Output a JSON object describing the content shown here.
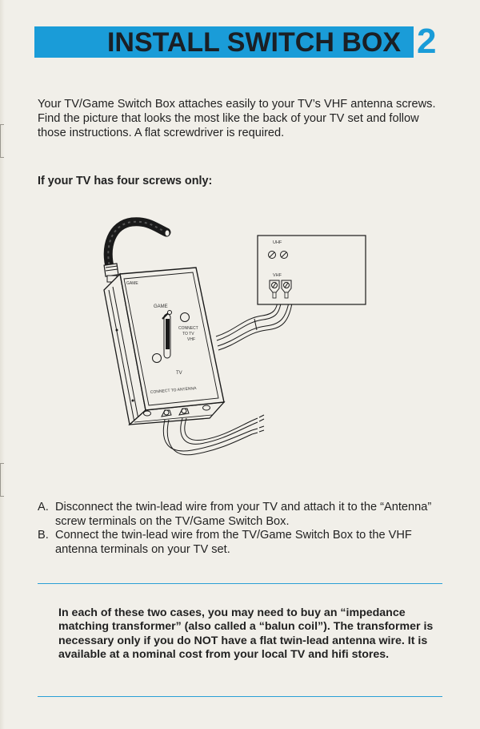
{
  "header": {
    "title": "INSTALL SWITCH BOX",
    "step_number": "2",
    "accent_color": "#1a9cd8"
  },
  "intro": {
    "text": "Your TV/Game Switch Box attaches easily to your TV’s VHF antenna screws. Find the picture that looks the most like the back of your TV set and follow those instructions. A flat screwdriver is required."
  },
  "subheading": "If your TV has four screws only:",
  "illustration": {
    "tv_panel": {
      "uhf_label": "UHF",
      "vhf_label": "VHF"
    },
    "switch_box": {
      "brand_label": "GAME",
      "game_label": "GAME",
      "tv_label": "TV",
      "connect_tv_label": [
        "CONNECT",
        "TO TV",
        "VHF"
      ],
      "connect_antenna_label": "CONNECT TO ANTENNA"
    }
  },
  "steps": [
    {
      "marker": "A.",
      "text": "Disconnect the twin-lead wire from your TV and attach it to the “Antenna” screw terminals on the TV/Game Switch Box."
    },
    {
      "marker": "B.",
      "text": "Connect the twin-lead wire from the TV/Game Switch Box to the VHF antenna terminals on your TV set."
    }
  ],
  "note": {
    "text": "In each of these two cases, you may need to buy an “impedance matching transformer” (also called a “balun coil”). The transformer is necessary only if you do NOT have a flat twin-lead antenna wire. It is available at a nominal cost from your local TV and hifi stores."
  }
}
